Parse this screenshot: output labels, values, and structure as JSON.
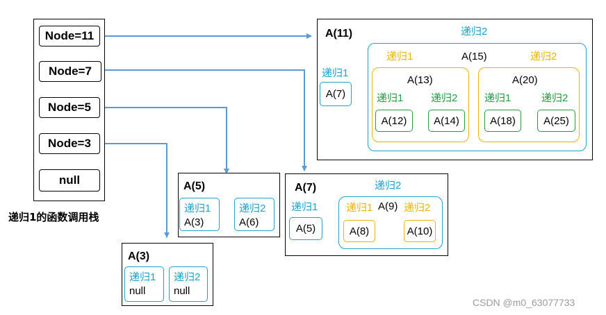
{
  "stack": {
    "nodes": [
      "Node=11",
      "Node=7",
      "Node=5",
      "Node=3",
      "null"
    ],
    "caption": "递归1的函数调用栈"
  },
  "panel11": {
    "title": "A(11)",
    "rec2_label": "递归2",
    "rec1_label": "递归1",
    "left_node": "A(7)",
    "inner": {
      "title": "A(15)",
      "rec1_label": "递归1",
      "rec2_label": "递归2",
      "left": {
        "title": "A(13)",
        "rec1_label": "递归1",
        "rec2_label": "递归2",
        "left_node": "A(12)",
        "right_node": "A(14)"
      },
      "right": {
        "title": "A(20)",
        "rec1_label": "递归1",
        "rec2_label": "递归2",
        "left_node": "A(18)",
        "right_node": "A(25)"
      }
    }
  },
  "panel5": {
    "title": "A(5)",
    "left": {
      "label": "递归1",
      "value": "A(3)"
    },
    "right": {
      "label": "递归2",
      "value": "A(6)"
    }
  },
  "panel7": {
    "title": "A(7)",
    "rec2_label": "递归2",
    "rec1_label": "递归1",
    "left_node": "A(5)",
    "inner": {
      "title": "A(9)",
      "rec1_label": "递归1",
      "rec2_label": "递归2",
      "left_node": "A(8)",
      "right_node": "A(10)"
    }
  },
  "panel3": {
    "title": "A(3)",
    "left": {
      "label": "递归1",
      "value": "null"
    },
    "right": {
      "label": "递归2",
      "value": "null"
    }
  },
  "watermark": "CSDN @m0_63077733",
  "colors": {
    "blue": "#1aa3cf",
    "orange": "#f0b400",
    "green": "#1f9d3f",
    "red_arrow": "#e8141b",
    "connector": "#5b9bd5"
  }
}
